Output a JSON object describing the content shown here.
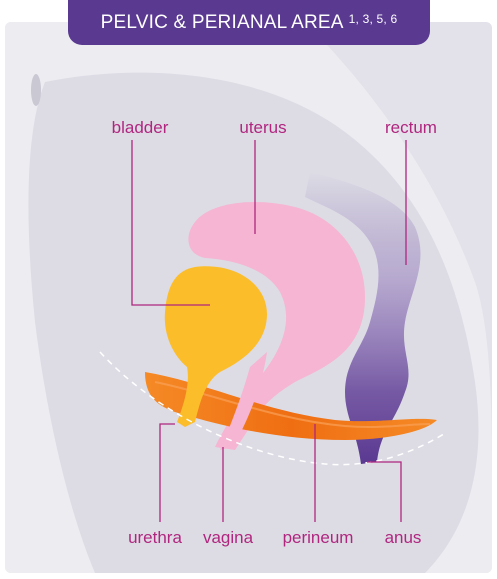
{
  "title": {
    "text": "PELVIC & PERIANAL AREA",
    "references": "1, 3, 5, 6"
  },
  "labels": {
    "bladder": "bladder",
    "uterus": "uterus",
    "rectum": "rectum",
    "urethra": "urethra",
    "vagina": "vagina",
    "perineum": "perineum",
    "anus": "anus"
  },
  "colors": {
    "background_panel": "#e3e2ea",
    "title_bg": "#5a3991",
    "label_text": "#b0267f",
    "leader_line": "#b0267f",
    "bladder": "#fbbd2a",
    "uterus": "#f5b5d3",
    "rectum": "#6b4b9d",
    "pelvic_floor": "#f07a1c"
  }
}
